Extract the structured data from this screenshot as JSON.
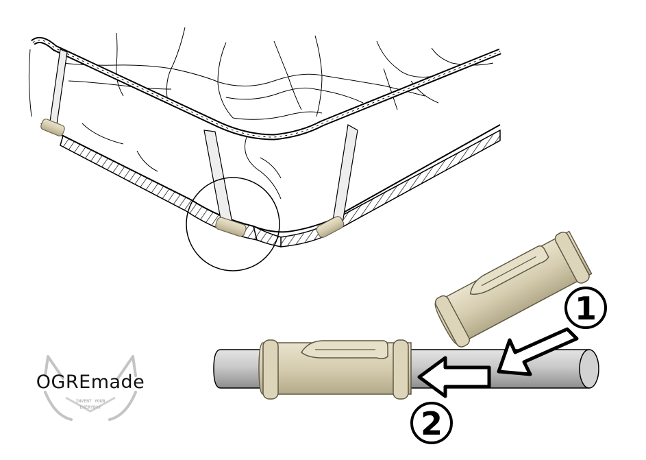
{
  "steps": [
    {
      "label": "1"
    },
    {
      "label": "2"
    }
  ],
  "logo": {
    "name": "OGREmade",
    "tagline_1": "INVENT YOUR",
    "tagline_2": "EVERYDAY"
  },
  "colors": {
    "clip": "#d8d0b4",
    "clip_dark": "#a69c7e",
    "rod": "#c6c6c6",
    "rod_dark": "#8f8f8f",
    "strap": "#eeeeee",
    "outline": "#000000"
  }
}
